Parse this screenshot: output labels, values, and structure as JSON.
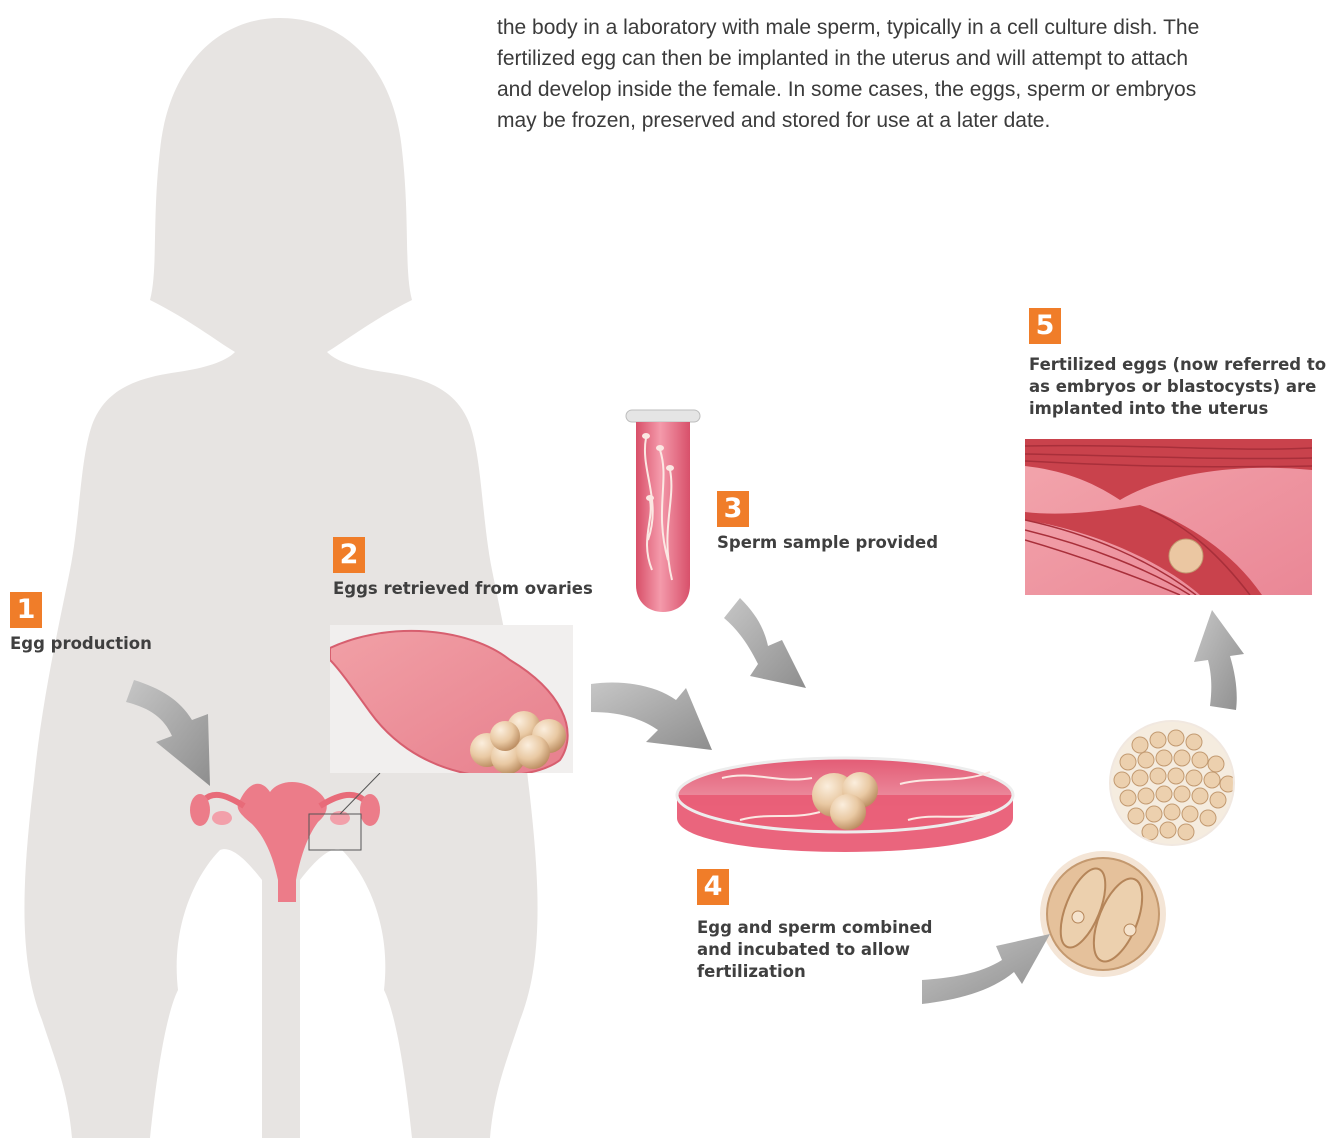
{
  "intro": {
    "lines": [
      "the body in a laboratory with male sperm, typically in a cell culture dish. The",
      "fertilized egg can then be implanted in the uterus and will attempt to attach",
      "and develop inside the female. In some cases, the eggs, sperm or embryos",
      "may be frozen, preserved and stored for use at a later date."
    ]
  },
  "steps": [
    {
      "number": "1",
      "label_lines": [
        "Egg production"
      ]
    },
    {
      "number": "2",
      "label_lines": [
        "Eggs retrieved from ovaries"
      ]
    },
    {
      "number": "3",
      "label_lines": [
        "Sperm sample provided"
      ]
    },
    {
      "number": "4",
      "label_lines": [
        "Egg and sperm combined",
        "and incubated to allow",
        "fertilization"
      ]
    },
    {
      "number": "5",
      "label_lines": [
        "Fertilized eggs (now referred to",
        "as embryos or blastocysts) are",
        "implanted into the uterus"
      ]
    }
  ],
  "colors": {
    "accent": "#f07d29",
    "silhouette": "#e7e4e2",
    "tissue_pink": "#ec8d9b",
    "muscle_red": "#c9424c",
    "egg_cream": "#e9c9a3",
    "arrow_gray": "#a8a8a8",
    "text": "#3f3f3f"
  }
}
